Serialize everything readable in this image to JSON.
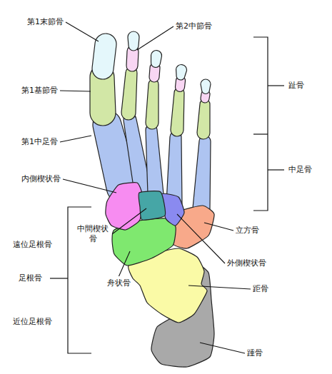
{
  "diagram": {
    "labels": [
      "第1末節骨",
      "第2中節骨",
      "趾骨",
      "第1基節骨",
      "第1中足骨",
      "中足骨",
      "内側楔状骨",
      "中間楔状骨",
      "立方骨",
      "遠位足根骨",
      "足根骨",
      "外側楔状骨",
      "舟状骨",
      "距骨",
      "近位足根骨",
      "踵骨"
    ]
  }
}
